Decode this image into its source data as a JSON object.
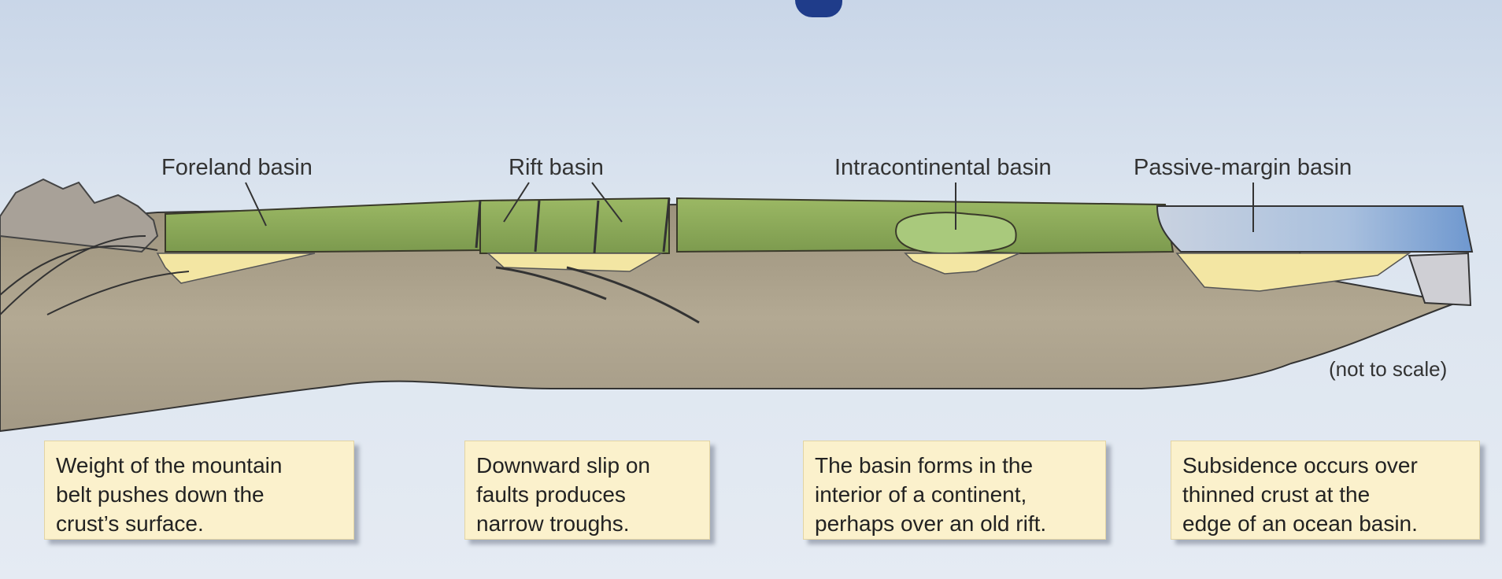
{
  "labels": {
    "foreland": "Foreland basin",
    "rift": "Rift basin",
    "intracontinental": "Intracontinental basin",
    "passive_margin": "Passive-margin basin",
    "scale_note": "(not to scale)"
  },
  "captions": [
    {
      "lines": [
        "Weight of the mountain",
        "belt pushes down the",
        "crust’s surface."
      ]
    },
    {
      "lines": [
        "Downward slip on",
        "faults produces",
        "narrow troughs."
      ]
    },
    {
      "lines": [
        "The basin forms in the",
        "interior of a continent,",
        "perhaps over an old rift."
      ]
    },
    {
      "lines": [
        "Subsidence occurs over",
        "thinned crust at the",
        "edge of an ocean basin."
      ]
    }
  ],
  "colors": {
    "title": "#1f3c8a",
    "crust": "#a99f8b",
    "sediment_green": "#8aa65a",
    "sediment_yellow": "#f3e6a3",
    "ocean": "#7fa6d6",
    "mountain": "#a8a198"
  }
}
